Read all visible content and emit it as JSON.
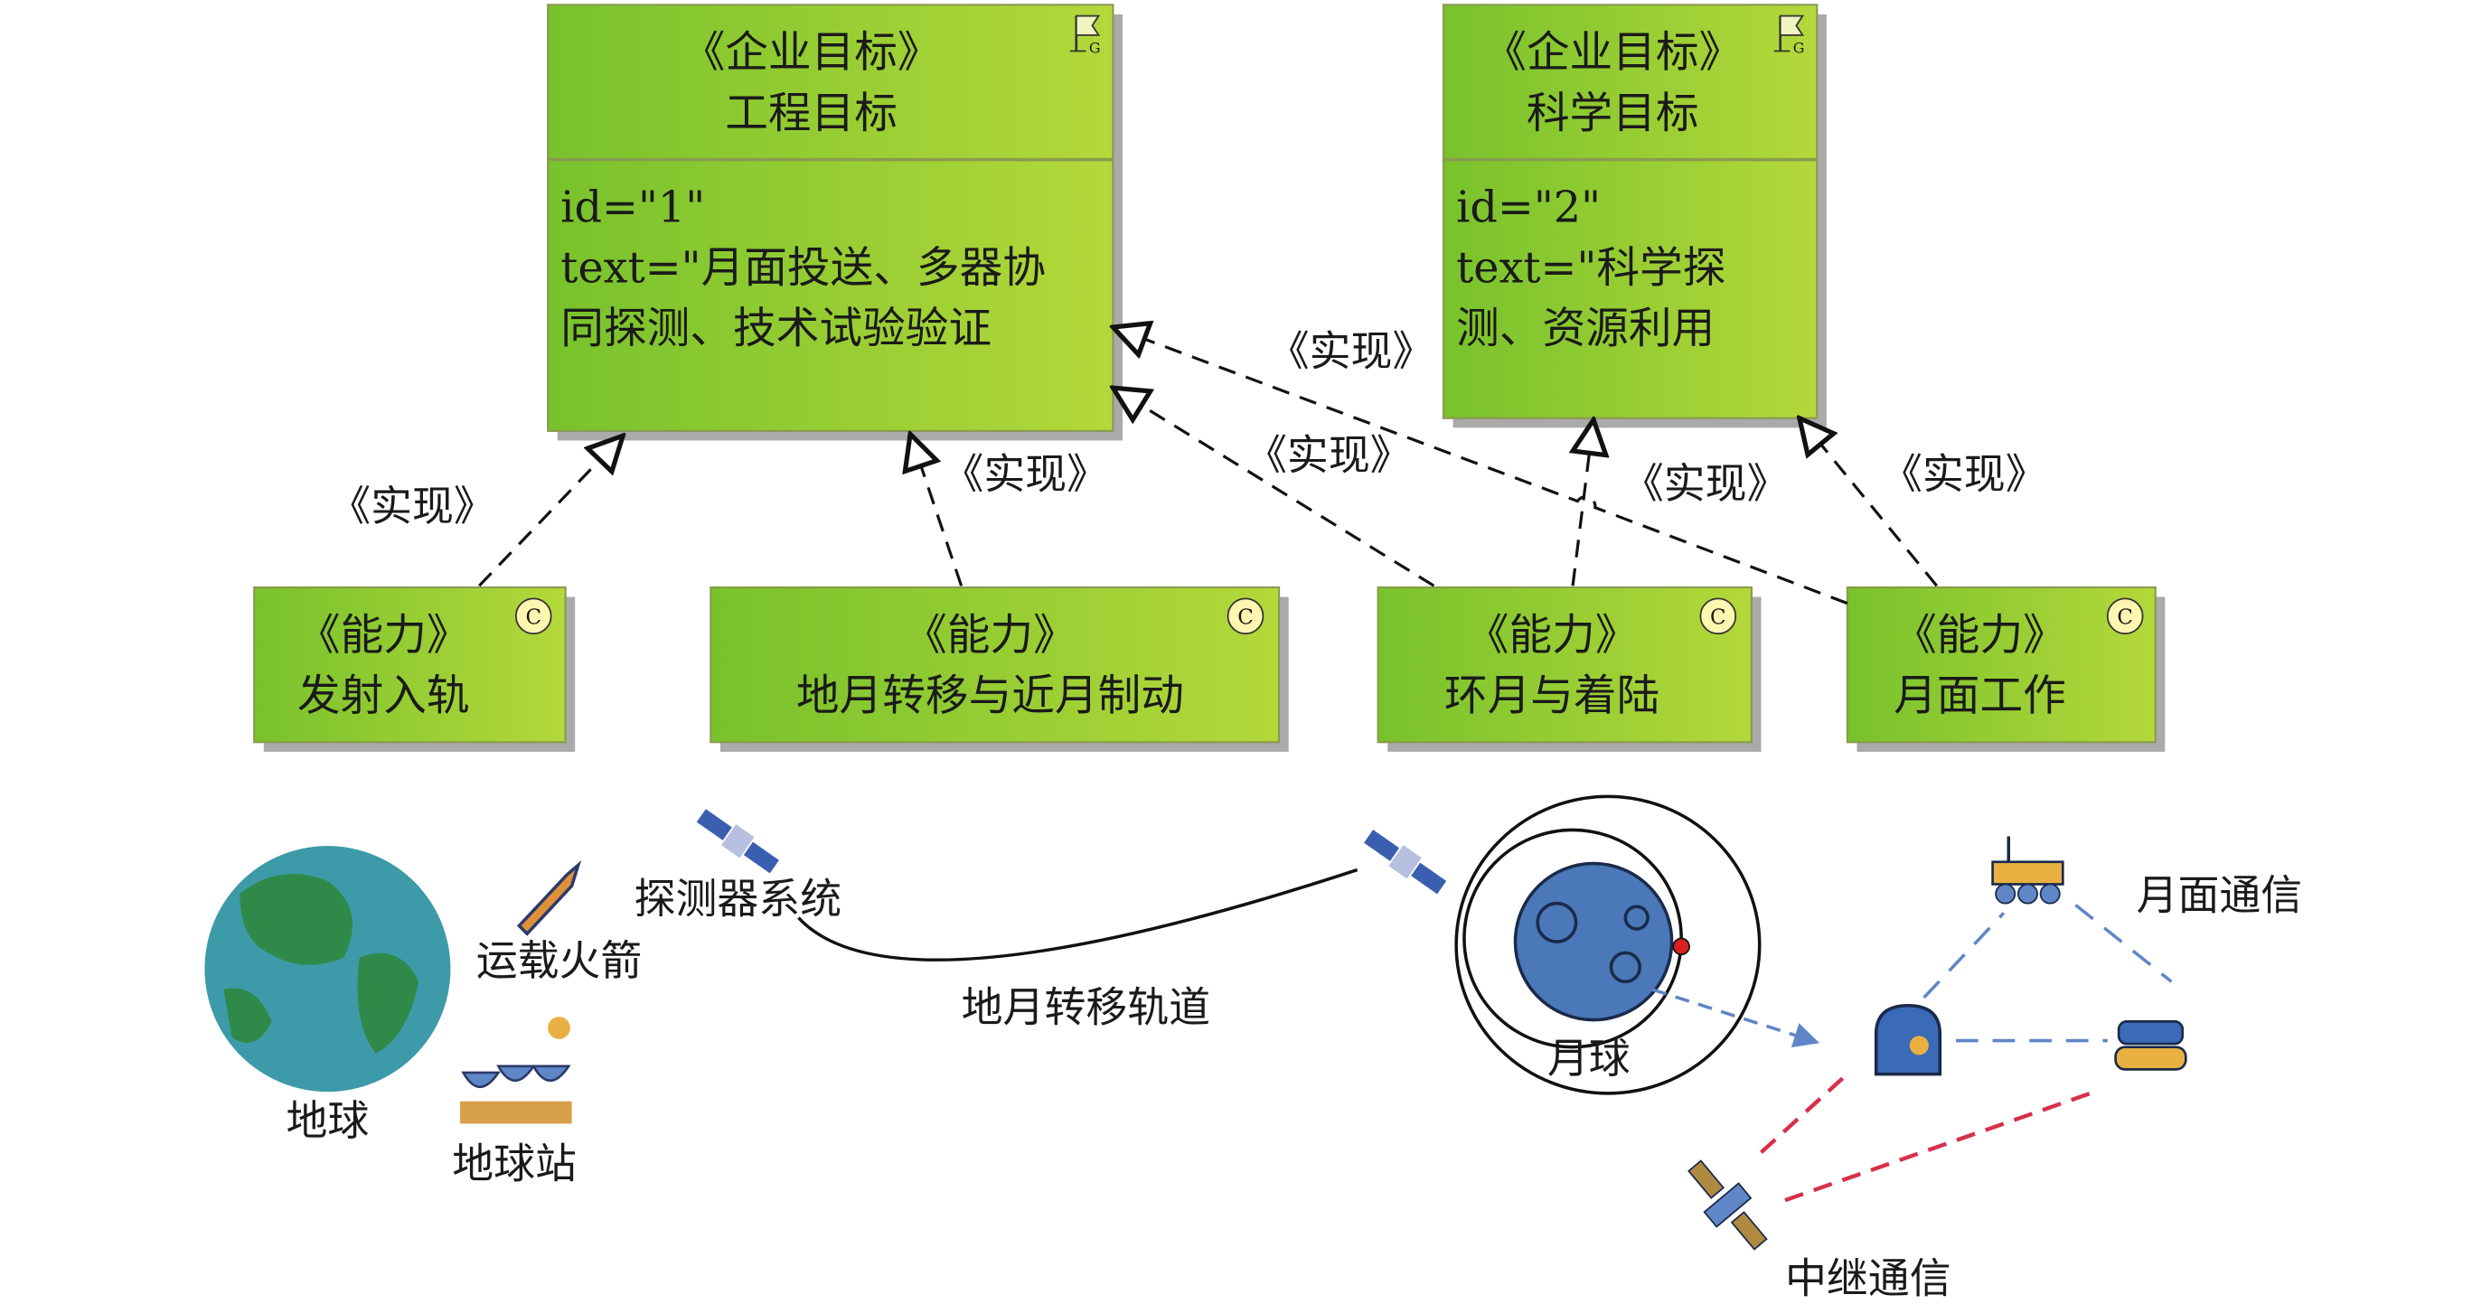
{
  "goals": [
    {
      "stereotype": "《企业目标》",
      "name": "工程目标",
      "id_line": "id=\"1\"",
      "text_line1": "text=\"月面投送、多器协",
      "text_line2": "同探测、技术试验验证",
      "icon": "goal-flag-icon"
    },
    {
      "stereotype": "《企业目标》",
      "name": "科学目标",
      "id_line": "id=\"2\"",
      "text_line1": "text=\"科学探",
      "text_line2": "测、资源利用",
      "icon": "goal-flag-icon"
    }
  ],
  "capabilities": [
    {
      "stereotype": "《能力》",
      "name": "发射入轨",
      "icon": "capability-c-icon"
    },
    {
      "stereotype": "《能力》",
      "name": "地月转移与近月制动",
      "icon": "capability-c-icon"
    },
    {
      "stereotype": "《能力》",
      "name": "环月与着陆",
      "icon": "capability-c-icon"
    },
    {
      "stereotype": "《能力》",
      "name": "月面工作",
      "icon": "capability-c-icon"
    }
  ],
  "realization_label": "《实现》",
  "scene": {
    "earth": "地球",
    "rocket": "运载火箭",
    "ground_station": "地球站",
    "probe": "探测器系统",
    "trajectory": "地月转移轨道",
    "moon": "月球",
    "surface_comm": "月面通信",
    "relay_comm": "中继通信"
  },
  "colors": {
    "box_left": "#7cc42c",
    "box_right": "#b2d83a",
    "blue_link": "#5f86c6",
    "red_link": "#d8304a"
  }
}
